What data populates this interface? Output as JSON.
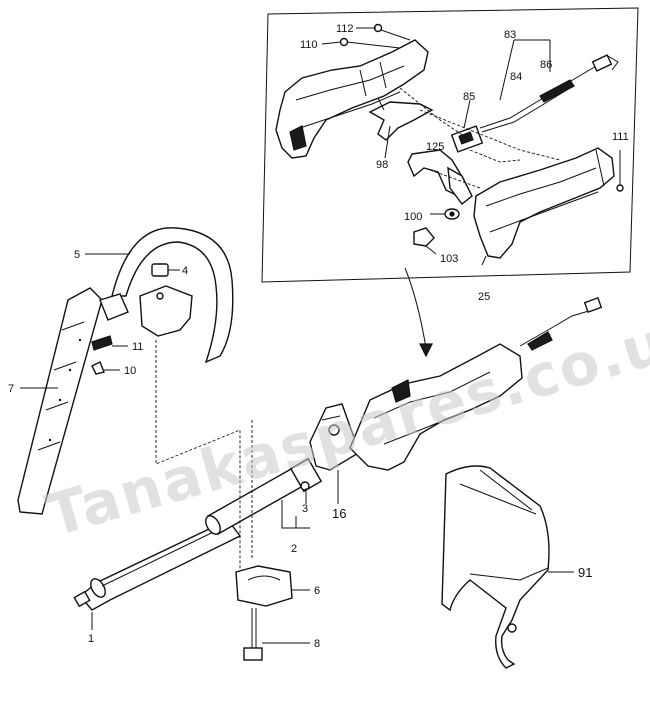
{
  "watermark": "Tanakaspares.co.uk",
  "labels": {
    "p1": "1",
    "p2": "2",
    "p3": "3",
    "p4": "4",
    "p5": "5",
    "p6": "6",
    "p7": "7",
    "p8": "8",
    "p10": "10",
    "p11": "11",
    "p16": "16",
    "p25": "25",
    "p83": "83",
    "p84": "84",
    "p85": "85",
    "p86": "86",
    "p91": "91",
    "p98": "98",
    "p100": "100",
    "p103": "103",
    "p110": "110",
    "p111": "111",
    "p112": "112",
    "p125": "125"
  }
}
